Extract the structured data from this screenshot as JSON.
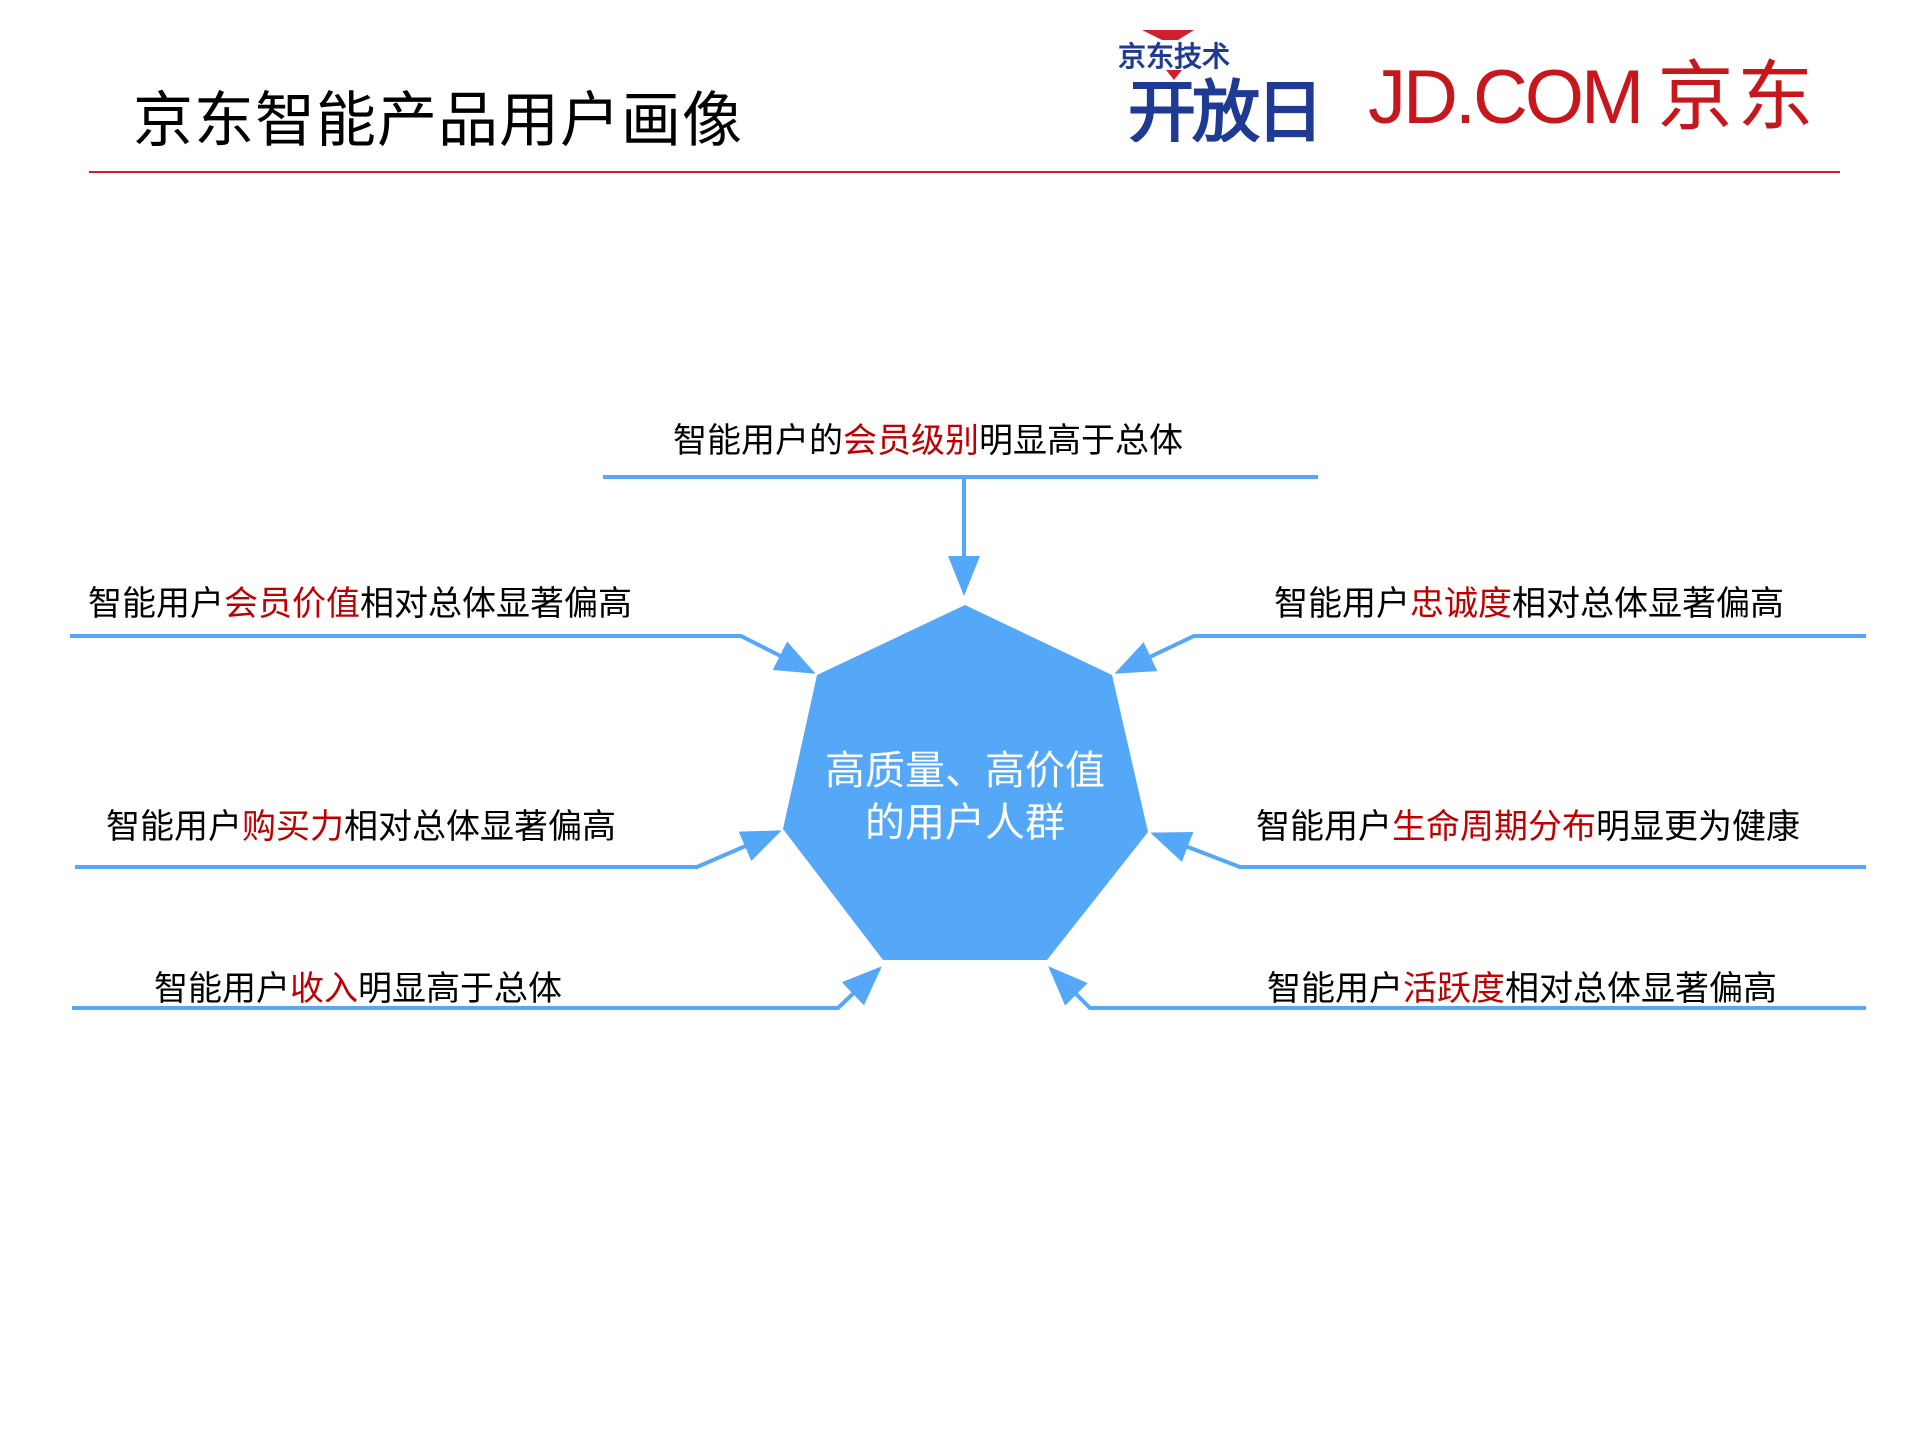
{
  "header": {
    "title": "京东智能产品用户画像",
    "logo_open_day": {
      "top_text": "京东技术",
      "main_text": "开放日"
    },
    "logo_jd": {
      "latin": "JD.COM",
      "cn": "京东"
    },
    "rule_color": "#d0202e"
  },
  "diagram": {
    "center": {
      "line1": "高质量、高价值",
      "line2": "的用户人群",
      "fill_color": "#55a8f8",
      "shape": "heptagon"
    },
    "connector_color": "#55a8f8",
    "highlight_color": "#c00000",
    "items": [
      {
        "position": "top",
        "prefix": "智能用户的",
        "highlight": "会员级别",
        "suffix": "明显高于总体"
      },
      {
        "position": "upper-left",
        "prefix": "智能用户",
        "highlight": "会员价值",
        "suffix": "相对总体显著偏高"
      },
      {
        "position": "upper-right",
        "prefix": "智能用户",
        "highlight": "忠诚度",
        "suffix": "相对总体显著偏高"
      },
      {
        "position": "middle-left",
        "prefix": "智能用户",
        "highlight": "购买力",
        "suffix": "相对总体显著偏高"
      },
      {
        "position": "middle-right",
        "prefix": "智能用户",
        "highlight": "生命周期分布",
        "suffix": "明显更为健康"
      },
      {
        "position": "lower-left",
        "prefix": "智能用户",
        "highlight": "收入",
        "suffix": "明显高于总体"
      },
      {
        "position": "lower-right",
        "prefix": "智能用户",
        "highlight": "活跃度",
        "suffix": "相对总体显著偏高"
      }
    ]
  }
}
